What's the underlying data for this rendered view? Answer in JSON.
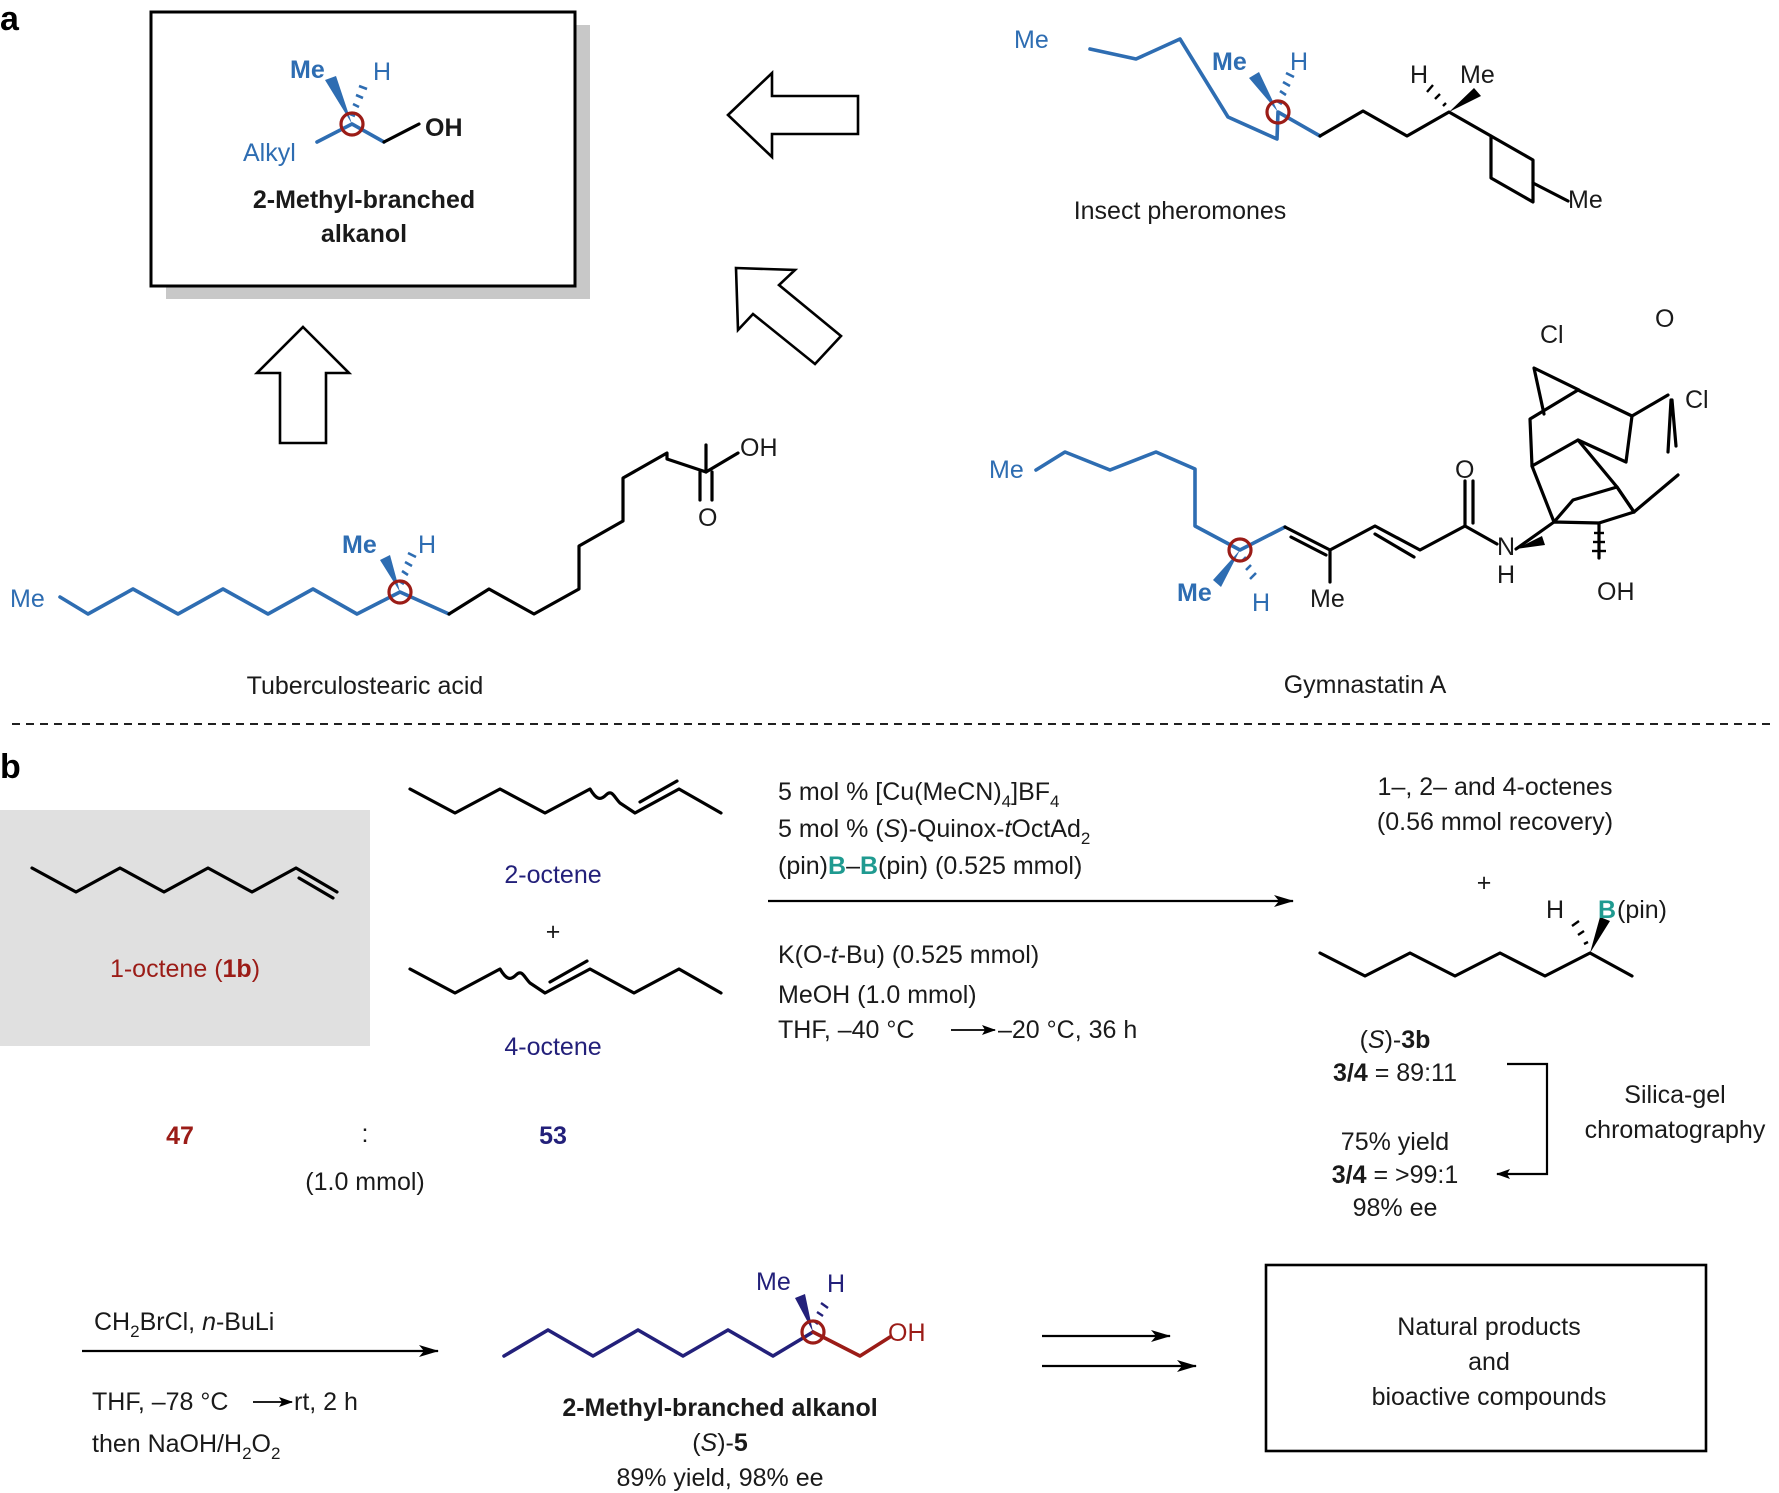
{
  "panel_a": {
    "label": "a",
    "target": {
      "me": "Me",
      "h": "H",
      "alkyl": "Alkyl",
      "oh": "OH",
      "name_line1": "2-Methyl-branched",
      "name_line2": "alkanol"
    },
    "insect": {
      "me_left": "Me",
      "me_center": "Me",
      "h_center": "H",
      "h_right": "H",
      "me_right": "Me",
      "me_end": "Me",
      "caption": "Insect pheromones"
    },
    "tuberculo": {
      "me_left": "Me",
      "me_center": "Me",
      "h_center": "H",
      "oh": "OH",
      "o": "O",
      "caption": "Tuberculostearic acid"
    },
    "gymnastatin": {
      "me_left": "Me",
      "me_center": "Me",
      "h_center": "H",
      "me_vinyl": "Me",
      "o_amide": "O",
      "n": "N",
      "nh": "H",
      "oh": "OH",
      "cl_top": "Cl",
      "cl_right": "Cl",
      "o_ketone": "O",
      "caption": "Gymnastatin A"
    }
  },
  "panel_b": {
    "label": "b",
    "oct1": {
      "name": "1-octene (",
      "name_bold": "1b",
      "name_end": ")"
    },
    "oct2": {
      "name": "2-octene"
    },
    "plus1": "+",
    "oct4": {
      "name": "4-octene"
    },
    "ratio": {
      "left": "47",
      "sep": ":",
      "right": "53",
      "amount": "(1.0 mmol)"
    },
    "conditions_top": {
      "l1_pre": "5 mol % [Cu(MeCN)",
      "l1_sub1": "4",
      "l1_mid": "]BF",
      "l1_sub2": "4",
      "l2_pre": "5 mol % (",
      "l2_s": "S",
      "l2_mid": ")-Quinox-",
      "l2_t": "t",
      "l2_post": "OctAd",
      "l2_sub": "2",
      "l3_pre": "(pin)",
      "l3_b1": "B",
      "l3_dash": "–",
      "l3_b2": "B",
      "l3_post": "(pin) (0.525 mmol)"
    },
    "conditions_bottom": {
      "l1_pre": "K(O-",
      "l1_t": "t",
      "l1_post": "-Bu) (0.525 mmol)",
      "l2": "MeOH (1.0 mmol)",
      "l3": "THF,  –40 °C ",
      "l3_end": "–20 °C, 36 h"
    },
    "recovery": {
      "l1": "1–, 2– and 4-octenes",
      "l2": "(0.56 mmol recovery)"
    },
    "plus2": "+",
    "product3b": {
      "h": "H",
      "b": "B",
      "pin": "(pin)",
      "id_pre": "(",
      "id_s": "S",
      "id_mid": ")-",
      "id_bold": "3b",
      "ratio_bold": "3/4",
      "ratio": " = 89:11"
    },
    "chromatography": {
      "l1": "Silica-gel",
      "l2": "chromatography"
    },
    "after": {
      "yield": "75% yield",
      "ratio_bold": "3/4",
      "ratio": " = >99:1",
      "ee": "98% ee"
    },
    "step2": {
      "l1_pre": "CH",
      "l1_sub": "2",
      "l1_mid": "BrCl, ",
      "l1_n": "n",
      "l1_post": "-BuLi",
      "l2_pre": "THF, –78 °C ",
      "l2_post": "rt, 2 h",
      "l3_pre": "then NaOH/H",
      "l3_sub": "2",
      "l3_mid": "O",
      "l3_sub2": "2"
    },
    "product5": {
      "me": "Me",
      "h": "H",
      "oh": "OH",
      "name": "2-Methyl-branched alkanol",
      "id_pre": "(",
      "id_s": "S",
      "id_mid": ")-",
      "id_bold": "5",
      "yield": "89% yield, 98% ee"
    },
    "final_box": {
      "l1": "Natural products",
      "l2": "and",
      "l3": "bioactive compounds"
    }
  }
}
